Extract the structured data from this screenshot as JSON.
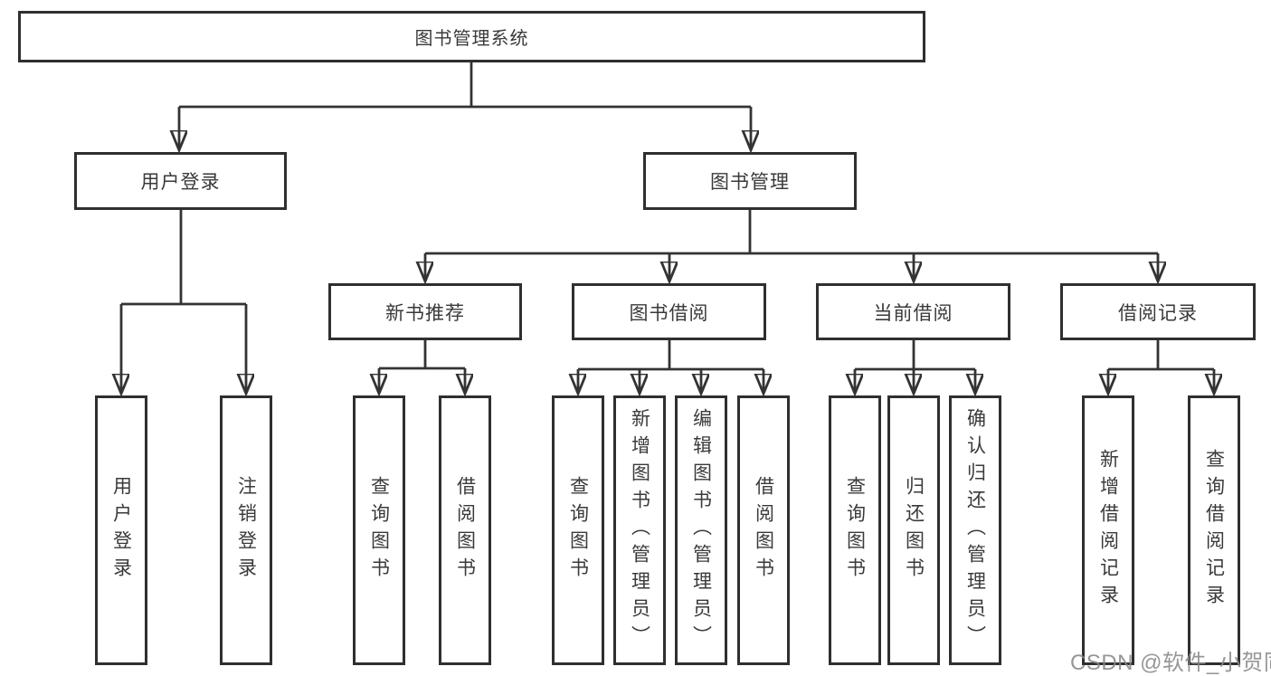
{
  "nodes": {
    "root": "图书管理系统",
    "level2": [
      "用户登录",
      "图书管理"
    ],
    "level3": [
      "新书推荐",
      "图书借阅",
      "当前借阅",
      "借阅记录"
    ],
    "leaves": {
      "user_login": [
        "用户登录",
        "注销登录"
      ],
      "new_book": [
        "查询图书",
        "借阅图书"
      ],
      "book_borrow": [
        "查询图书",
        "新增图书（管理员）",
        "编辑图书（管理员）",
        "借阅图书"
      ],
      "current_borrow": [
        "查询图书",
        "归还图书",
        "确认归还（管理员）"
      ],
      "borrow_record": [
        "新增借阅记录",
        "查询借阅记录"
      ]
    }
  },
  "colors": {
    "line": "#333333",
    "border": "#2f2f2f",
    "text": "#3a3a3a",
    "watermark": "#878787"
  },
  "watermark": "CSDN @软件_小贺同学"
}
